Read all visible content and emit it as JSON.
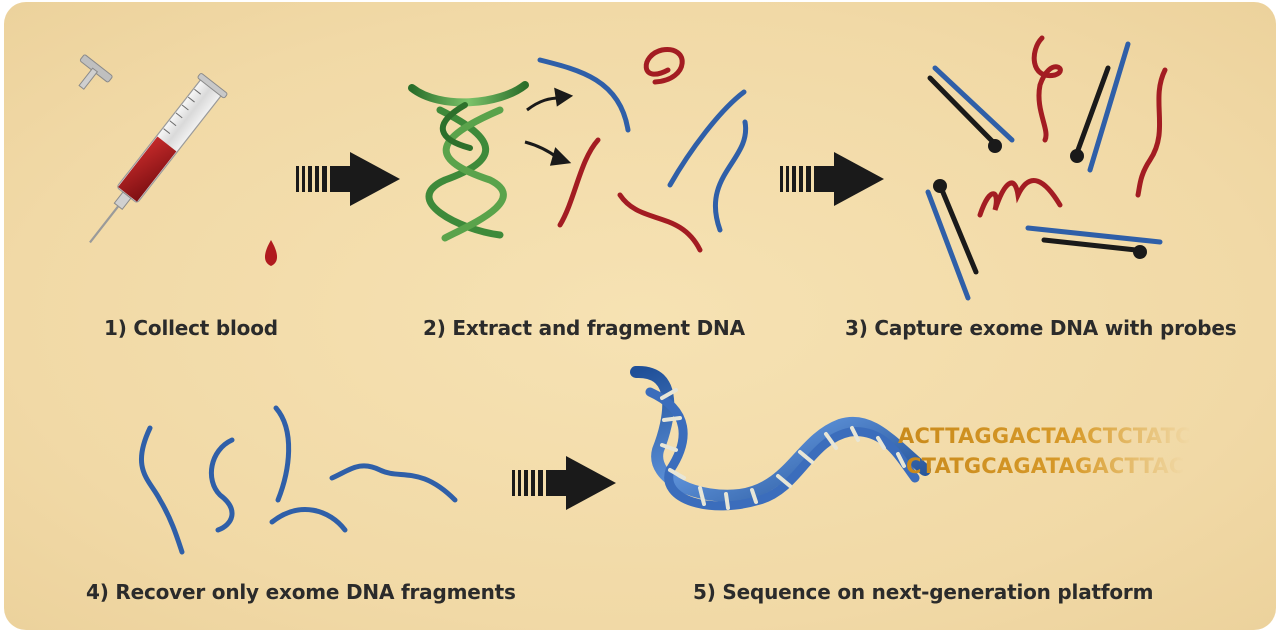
{
  "steps": [
    {
      "label": "1) Collect blood"
    },
    {
      "label": "2) Extract and fragment DNA"
    },
    {
      "label": "3) Capture exome DNA with probes"
    },
    {
      "label": "4) Recover only exome DNA fragments"
    },
    {
      "label": "5) Sequence on next-generation platform"
    }
  ],
  "sequence": {
    "line1": "ACTTAGGACTAACTCTATC",
    "line2": "CTATGCAGATAGACTTAC"
  },
  "colors": {
    "background": "#f1d9a6",
    "blue_strand": "#2f5fa8",
    "red_strand": "#a31c22",
    "green_helix": "#3e8a3a",
    "probe": "#1a1a1a",
    "sequence_text": "#c98a1c"
  },
  "icons": [
    "syringe-icon",
    "arrow-right-icon",
    "dna-helix-icon",
    "probe-icon"
  ]
}
